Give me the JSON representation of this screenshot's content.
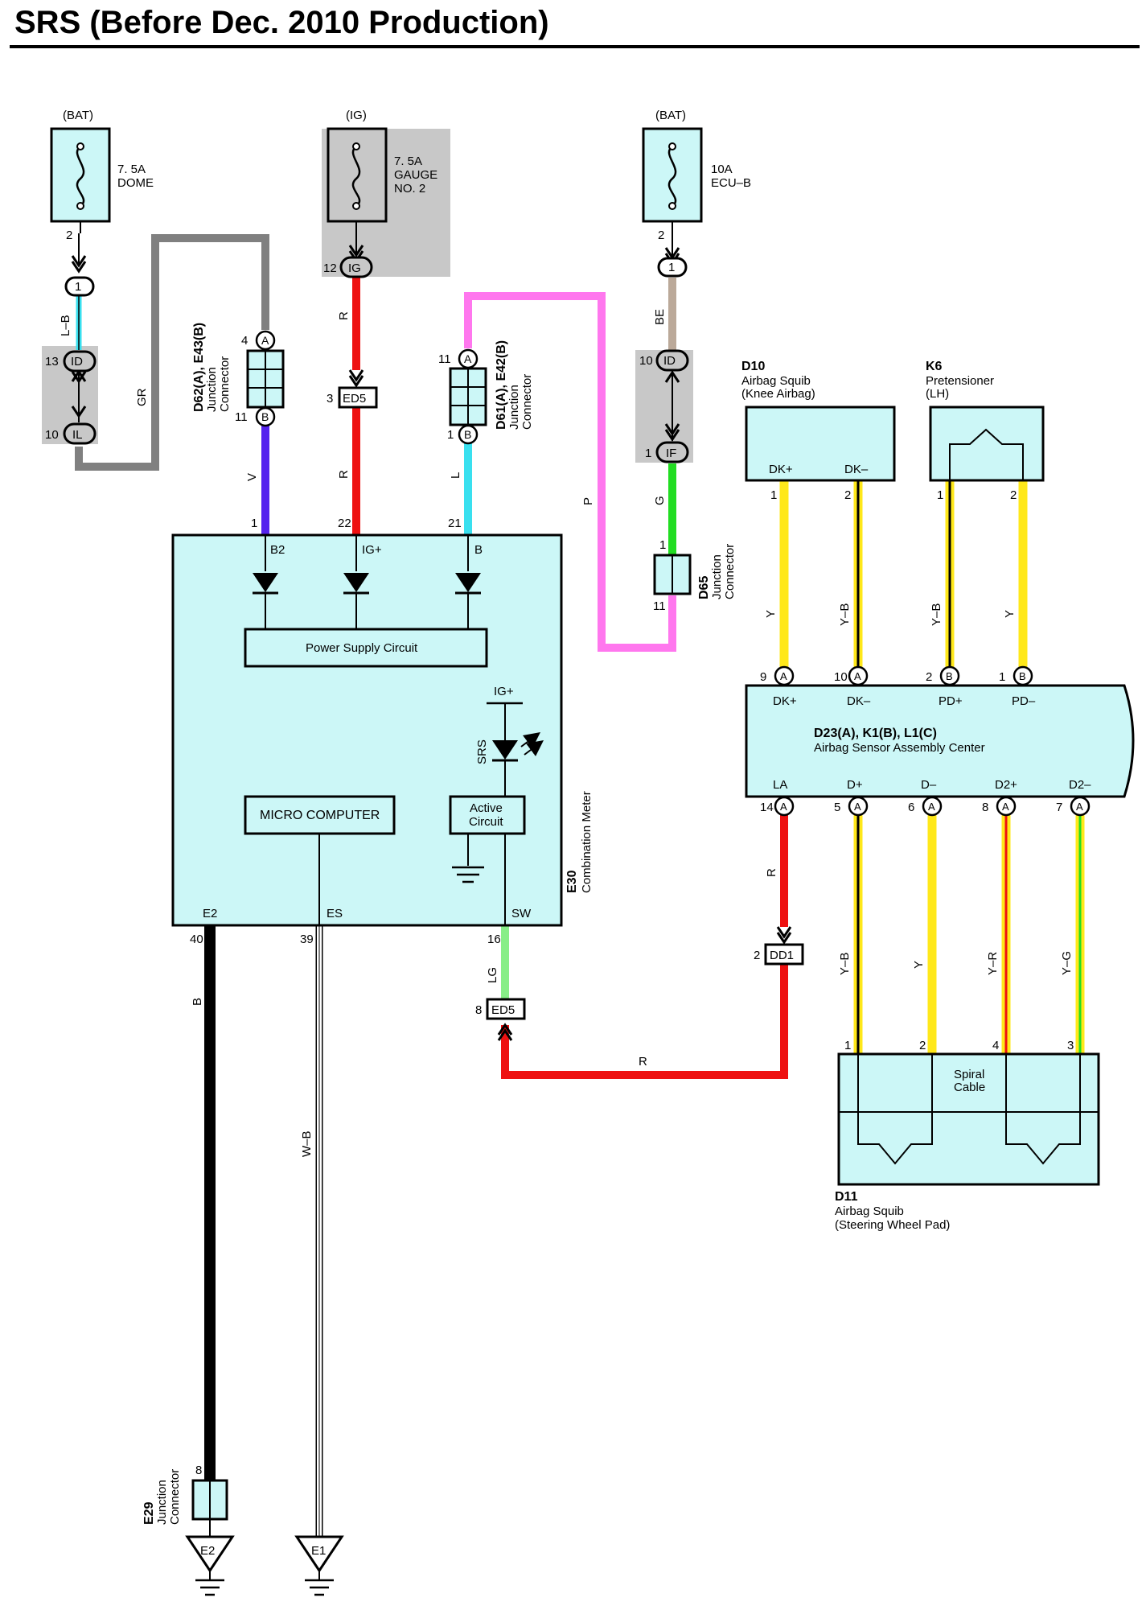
{
  "title": "SRS (Before Dec. 2010 Production)",
  "colors": {
    "box_fill": "#ccf7f7",
    "highlight": "#c8c8c8",
    "wire_L": "#39e0ef",
    "wire_GR": "#808080",
    "wire_V": "#5522ee",
    "wire_R": "#ee1111",
    "wire_P": "#ff77ee",
    "wire_BE": "#bba999",
    "wire_G": "#22dd22",
    "wire_LG": "#88ee88",
    "wire_Y": "#ffe81a",
    "wire_B": "#000000"
  },
  "fuses": {
    "dome": {
      "source": "(BAT)",
      "rating": "7. 5A",
      "name": "DOME",
      "pin": "2"
    },
    "gauge": {
      "source": "(IG)",
      "rating": "7. 5A",
      "name1": "GAUGE",
      "name2": "NO. 2"
    },
    "ecub": {
      "source": "(BAT)",
      "rating": "10A",
      "name": "ECU–B",
      "pin": "2"
    }
  },
  "connectors": {
    "dome_1": "1",
    "dome_id_pin": "13",
    "dome_id": "ID",
    "dome_il_pin": "10",
    "dome_il": "IL",
    "ig_pin": "12",
    "ig": "IG",
    "ed5_top_pin": "3",
    "ed5_top": "ED5",
    "ecub_1": "1",
    "ecub_id_pin": "10",
    "ecub_id": "ID",
    "ecub_if_pin": "1",
    "ecub_if": "IF",
    "d62_a_pin": "4",
    "d62_b_pin": "11",
    "a": "A",
    "b": "B",
    "d61_a_pin": "11",
    "d61_b_pin": "1",
    "d65_top_pin": "1",
    "d65_bot_pin": "11",
    "ed5_bot_pin": "8",
    "ed5_bot": "ED5",
    "dd1_pin": "2",
    "dd1": "DD1",
    "e29_pin": "8"
  },
  "junctions": {
    "d62": {
      "id": "D62(A), E43(B)",
      "l1": "Junction",
      "l2": "Connector"
    },
    "d61": {
      "id": "D61(A), E42(B)",
      "l1": "Junction",
      "l2": "Connector"
    },
    "d65": {
      "id": "D65",
      "l1": "Junction",
      "l2": "Connector"
    },
    "e29": {
      "id": "E29",
      "l1": "Junction",
      "l2": "Connector"
    }
  },
  "wire_labels": {
    "lb": "L–B",
    "gr": "GR",
    "v": "V",
    "r1": "R",
    "r2": "R",
    "l": "L",
    "p": "P",
    "be": "BE",
    "g": "G",
    "lg": "LG",
    "b": "B",
    "wb": "W–B",
    "r3": "R",
    "r4": "R",
    "y1": "Y",
    "yb1": "Y–B",
    "yb2": "Y–B",
    "y2": "Y",
    "yb3": "Y–B",
    "y3": "Y",
    "yr": "Y–R",
    "yg": "Y–G"
  },
  "meter": {
    "id": "E30",
    "name": "Combination Meter",
    "pin_b2": "1",
    "term_b2": "B2",
    "pin_ig": "22",
    "term_ig": "IG+",
    "pin_b": "21",
    "term_b": "B",
    "power_supply": "Power Supply Circuit",
    "micro": "MICRO COMPUTER",
    "active1": "Active",
    "active2": "Circuit",
    "ig_plus": "IG+",
    "srs": "SRS",
    "pin_e2": "40",
    "term_e2": "E2",
    "pin_es": "39",
    "term_es": "ES",
    "pin_sw": "16",
    "term_sw": "SW"
  },
  "d10": {
    "id": "D10",
    "l1": "Airbag Squib",
    "l2": "(Knee Airbag)",
    "t1": "DK+",
    "t2": "DK–",
    "p1": "1",
    "p2": "2"
  },
  "k6": {
    "id": "K6",
    "l1": "Pretensioner",
    "l2": "(LH)",
    "p1": "1",
    "p2": "2"
  },
  "sensor": {
    "id": "D23(A), K1(B), L1(C)",
    "name": "Airbag Sensor Assembly Center",
    "top_pins": [
      "9",
      "10",
      "2",
      "1"
    ],
    "top_conn": [
      "A",
      "A",
      "B",
      "B"
    ],
    "top_terms": [
      "DK+",
      "DK–",
      "PD+",
      "PD–"
    ],
    "bot_pins": [
      "14",
      "5",
      "6",
      "8",
      "7"
    ],
    "bot_conn": [
      "A",
      "A",
      "A",
      "A",
      "A"
    ],
    "bot_terms": [
      "LA",
      "D+",
      "D–",
      "D2+",
      "D2–"
    ]
  },
  "spiral": {
    "l1": "Spiral",
    "l2": "Cable",
    "p1": "1",
    "p2": "2",
    "p4": "4",
    "p3": "3"
  },
  "d11": {
    "id": "D11",
    "l1": "Airbag Squib",
    "l2": "(Steering Wheel Pad)"
  },
  "grounds": {
    "e2": "E2",
    "e1": "E1"
  }
}
